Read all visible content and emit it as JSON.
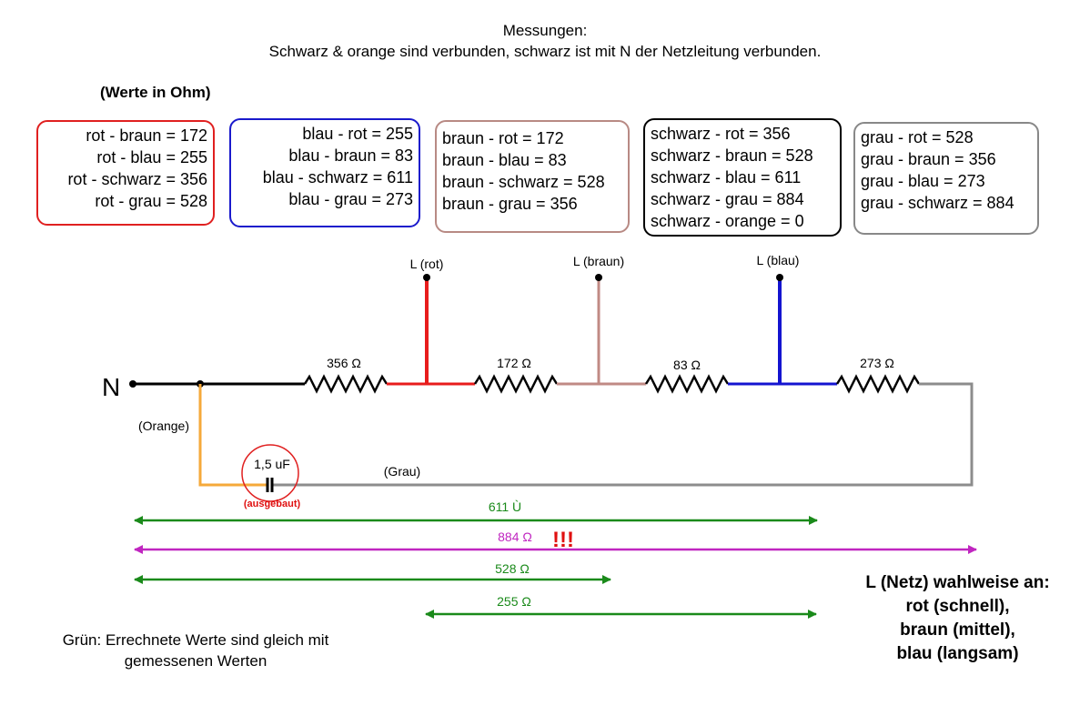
{
  "header": {
    "title_line1": "Messungen:",
    "title_line2": "Schwarz & orange sind verbunden, schwarz ist mit N der Netzleitung verbunden."
  },
  "unit_note": "(Werte in Ohm)",
  "boxes": {
    "rot": {
      "color": "#e02020",
      "lines": [
        "rot - braun = 172",
        "rot - blau = 255",
        "rot - schwarz = 356",
        "rot - grau = 528"
      ]
    },
    "blau": {
      "color": "#1a1acc",
      "lines": [
        "blau - rot = 255",
        "blau - braun = 83",
        "blau - schwarz = 611",
        "blau - grau = 273"
      ]
    },
    "braun": {
      "color": "#b88a84",
      "lines": [
        "braun - rot = 172",
        "braun - blau = 83",
        "braun - schwarz = 528",
        "braun - grau = 356"
      ]
    },
    "schwarz": {
      "color": "#000000",
      "lines": [
        "schwarz - rot = 356",
        "schwarz - braun = 528",
        "schwarz - blau = 611",
        "schwarz - grau = 884",
        "schwarz - orange = 0"
      ]
    },
    "grau": {
      "color": "#888888",
      "lines": [
        "grau - rot = 528",
        "grau - braun = 356",
        "grau - blau = 273",
        "grau - schwarz = 884"
      ]
    }
  },
  "circuit": {
    "n_label": "N",
    "taps": {
      "rot": "L (rot)",
      "braun": "L (braun)",
      "blau": "L (blau)"
    },
    "resistors": [
      "356 Ω",
      "172 Ω",
      "83 Ω",
      "273 Ω"
    ],
    "orange_label": "(Orange)",
    "grau_label": "(Grau)",
    "capacitor_label": "1,5 uF",
    "capacitor_note": "(ausgebaut)",
    "colors": {
      "rot": "#e81c1c",
      "braun": "#c08a84",
      "blau": "#1414d0",
      "schwarz": "#000000",
      "grau": "#8c8c8c",
      "orange": "#f5a93a"
    }
  },
  "measurements": [
    {
      "label": "611 Ù",
      "color": "#1a8a1a"
    },
    {
      "label": "884 Ω",
      "color": "#c026c0",
      "flag": "!!!",
      "flag_color": "#e01010"
    },
    {
      "label": "528 Ω",
      "color": "#1a8a1a"
    },
    {
      "label": "255 Ω",
      "color": "#1a8a1a"
    }
  ],
  "legend_note": "Grün: Errechnete Werte sind gleich mit gemessenen Werten",
  "netz_note": {
    "line1": "L (Netz) wahlweise an:",
    "line2": "rot (schnell),",
    "line3": "braun (mittel),",
    "line4": "blau (langsam)"
  }
}
